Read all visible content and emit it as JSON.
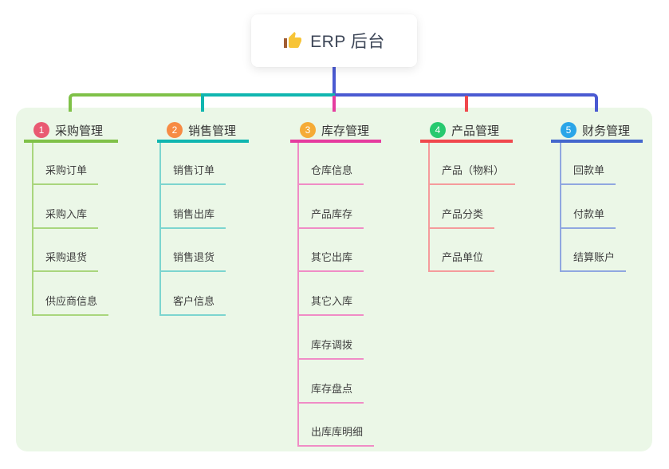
{
  "root": {
    "title": "ERP 后台",
    "icon": "thumbs-up-icon"
  },
  "colors": {
    "bus_blue": "#4a5ad2",
    "panel_bg": "#ebf7e7",
    "thumb_hand": "#f7c437",
    "thumb_sleeve": "#a15d34"
  },
  "branches": [
    {
      "num": "1",
      "title": "采购管理",
      "color": "#7fc148",
      "light": "#a9d67d",
      "badge": "#e95a72",
      "children": [
        "采购订单",
        "采购入库",
        "采购退货",
        "供应商信息"
      ]
    },
    {
      "num": "2",
      "title": "销售管理",
      "color": "#10b6b0",
      "light": "#7cd5cf",
      "badge": "#f78b44",
      "children": [
        "销售订单",
        "销售出库",
        "销售退货",
        "客户信息"
      ]
    },
    {
      "num": "3",
      "title": "库存管理",
      "color": "#e53c9f",
      "light": "#f08cc6",
      "badge": "#f5ab36",
      "children": [
        "仓库信息",
        "产品库存",
        "其它出库",
        "其它入库",
        "库存调拨",
        "库存盘点",
        "出库库明细"
      ]
    },
    {
      "num": "4",
      "title": "产品管理",
      "color": "#f0484d",
      "light": "#f59b9c",
      "badge": "#27c96f",
      "children": [
        "产品（物料）",
        "产品分类",
        "产品单位"
      ]
    },
    {
      "num": "5",
      "title": "财务管理",
      "color": "#4467cd",
      "light": "#90a7e0",
      "badge": "#2aa5e8",
      "children": [
        "回款单",
        "付款单",
        "结算账户"
      ]
    }
  ]
}
